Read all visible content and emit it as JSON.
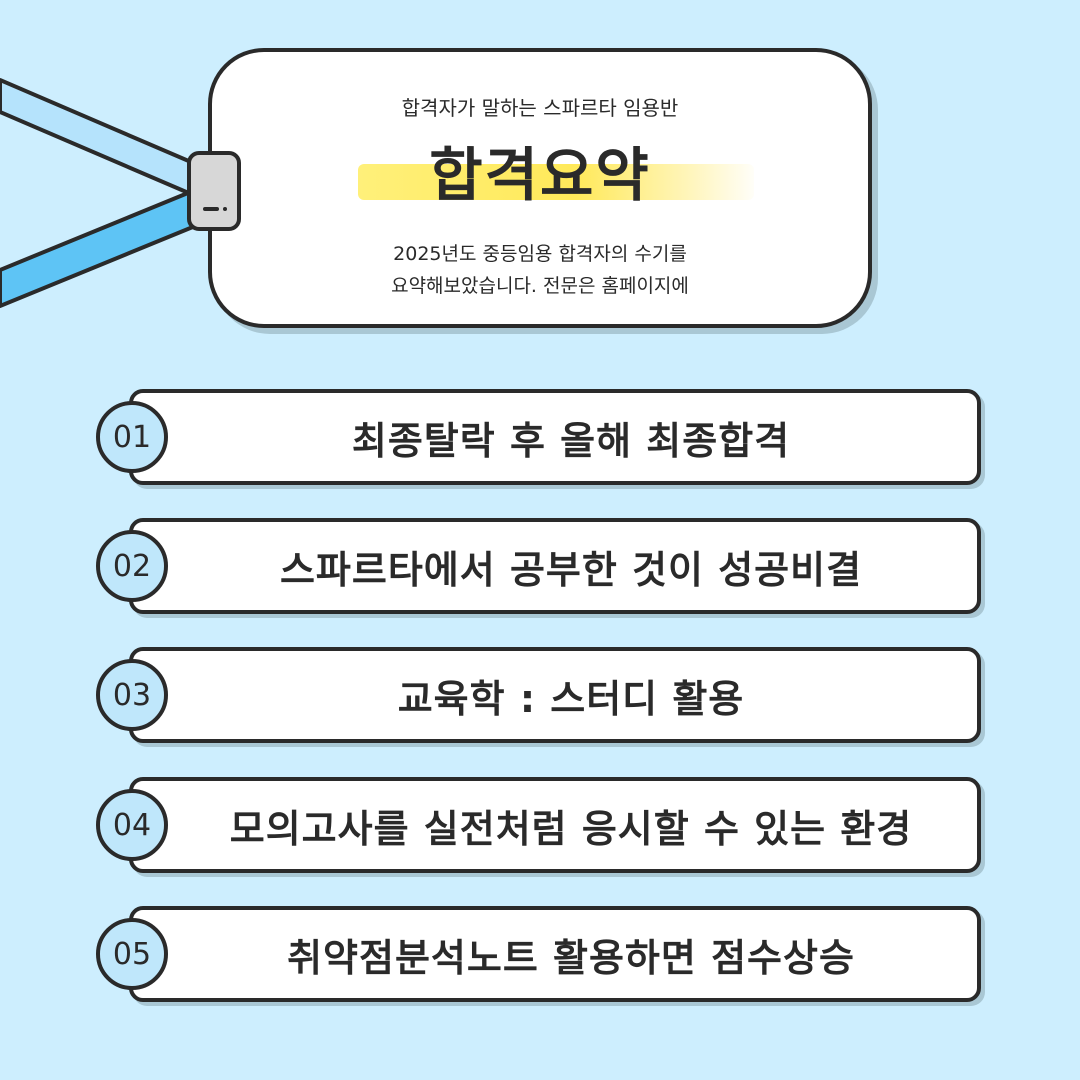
{
  "tag": {
    "subtitle": "합격자가 말하는 스파르타 임용반",
    "title": "합격요약",
    "desc_line1": "2025년도 중등임용 합격자의 수기를",
    "desc_line2": "요약해보았습니다. 전문은 홈페이지에"
  },
  "items": [
    {
      "num": "01",
      "label": "최종탈락 후 올해 최종합격"
    },
    {
      "num": "02",
      "label": "스파르타에서 공부한 것이 성공비결"
    },
    {
      "num": "03",
      "label": "교육학 : 스터디 활용"
    },
    {
      "num": "04",
      "label": "모의고사를 실전처럼 응시할 수 있는 환경"
    },
    {
      "num": "05",
      "label": "취약점분석노트 활용하면 점수상승"
    }
  ],
  "colors": {
    "background": "#cdeefe",
    "lanyard_light": "#b5e3fc",
    "lanyard_dark": "#5ec4f5",
    "highlight": "#ffe95a",
    "outline": "#2a2a2a",
    "badge": "#bfe7fb"
  }
}
